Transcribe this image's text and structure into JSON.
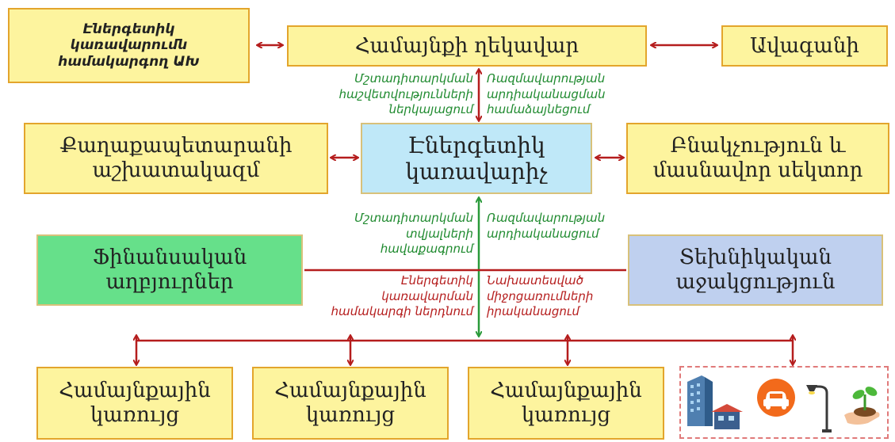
{
  "boxes": {
    "energy_system_box": "Էներգետիկ\nկառավարումն\nհամակարգող ԱԽ",
    "community_head": "Համայնքի ղեկավար",
    "council": "Ավագանի",
    "municipal_staff": "Քաղաքապետարանի\nաշխատակազմ",
    "energy_manager": "Էներգետիկ\nկառավարիչ",
    "population": "Բնակչություն և\nմասնավոր սեկտոր",
    "financial_sources": "Ֆինանսական\nաղբյուրներ",
    "technical_support": "Տեխնիկական\nաջակցություն",
    "community_structure_1": "Համայնքային\nկառույց",
    "community_structure_2": "Համայնքային\nկառույց",
    "community_structure_3": "Համայնքային\nկառույց"
  },
  "labels": {
    "monitoring_reports": "Մշտադիտարկման\nհաշվետվությունների\nներկայացում",
    "strategy_approval": "Ռազմավարության\nարդիականացման\nհամաձայնեցում",
    "monitoring_data": "Մշտադիտարկման\nտվյալների\nհավաքագրում",
    "strategy_update": "Ռազմավարության\nարդիականացում",
    "system_implementation": "Էներգետիկ\nկառավարման\nհամակարգի ներդնում",
    "measures_implementation": "Նախատեսված\nմիջոցառումների\nիրականացում"
  },
  "icons": [
    "buildings-icon",
    "car-icon",
    "street-lamp-icon",
    "plant-hand-icon"
  ],
  "colors": {
    "box_fill": "#fdf49e",
    "box_border": "#e3a52c",
    "manager_fill": "#bfe8f8",
    "finance_fill": "#66e08a",
    "tech_fill": "#bfd0ef",
    "arrow_red": "#b51d1d",
    "arrow_green": "#2a9a3a"
  }
}
